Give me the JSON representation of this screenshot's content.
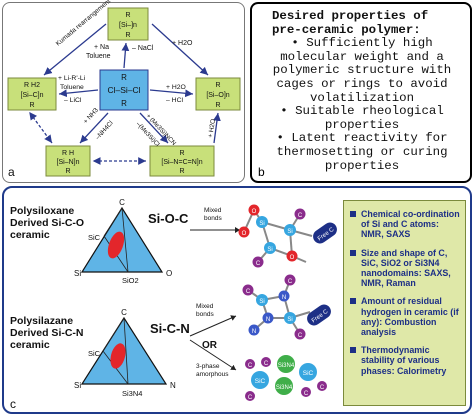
{
  "panel_a": {
    "label": "a",
    "center": {
      "l1": "R",
      "l2": "Cl–Si–Cl",
      "l3": "R"
    },
    "nodes": {
      "top": {
        "l1": "R",
        "l2": "[Si–]n",
        "l3": "R"
      },
      "left": {
        "l1": "R H2",
        "l2": "[Si–C]n",
        "l3": "R"
      },
      "right": {
        "l1": "R",
        "l2": "[Si–O]n",
        "l3": "R"
      },
      "bottom_left": {
        "l1": "R H",
        "l2": "[Si–N]n",
        "l3": "R"
      },
      "bottom_right": {
        "l1": "R",
        "l2": "[Si–N=C=N]n",
        "l3": "R"
      }
    },
    "arrows": {
      "kumada": "Kumada rearrangement",
      "na": "+ Na",
      "toluene1": "Toluene",
      "nacl": "– NaCl",
      "h2o_top": "+ H2O",
      "lirli": "+ Li-R'-Li",
      "toluene2": "Toluene",
      "licl": "– LiCl",
      "h2o_mid": "+ H2O",
      "hcl_mid": "– HCl",
      "nh3": "+ NH3",
      "nh4cl": "–NH4Cl",
      "me3si_ncn": "+ (Me3Si)NCN",
      "me3sicl": "–(Me3Si)Cl",
      "h2o_right": "+ H2O"
    }
  },
  "panel_b": {
    "label": "b",
    "title": "Desired properties of pre-ceramic polymer:",
    "items": [
      "Sufficiently high molecular weight and a polymeric structure with cages or rings to avoid volatilization",
      "Suitable rheological properties",
      "Latent reactivity for thermosetting or curing properties"
    ]
  },
  "panel_c": {
    "label": "c",
    "sioc_title": [
      "Polysiloxane",
      "Derived Si-C-O",
      "ceramic"
    ],
    "sicn_title": [
      "Polysilazane",
      "Derived Si-C-N",
      "ceramic"
    ],
    "sioc_formula": "Si-O-C",
    "sicn_formula": "Si-C-N",
    "tri1": {
      "top": "C",
      "left": "Si",
      "right": "O",
      "sic": "SiC",
      "bottom": "SiO2"
    },
    "tri2": {
      "top": "C",
      "left": "Si",
      "right": "N",
      "sic": "SiC",
      "bottom": "Si3N4"
    },
    "mixed1": [
      "Mixed",
      "bonds"
    ],
    "mixed2": [
      "Mixed",
      "bonds"
    ],
    "or": "OR",
    "three_phase": [
      "3-phase",
      "amorphous"
    ],
    "free_c": "Free C",
    "atoms": {
      "si": "Si",
      "c": "C",
      "o": "O",
      "n": "N"
    },
    "phases": {
      "sic": "SiC",
      "si3n4": "Si3N4"
    },
    "legend": [
      "Chemical co-ordination of Si and C atoms: NMR, SAXS",
      "Size and shape of C, SiC, SiO2 or Si3N4 nanodomains: SAXS, NMR, Raman",
      "Amount of residual hydrogen in ceramic (if any): Combustion analysis",
      "Thermodynamic stability of various phases: Calorimetry"
    ]
  },
  "colors": {
    "green_box": "#c8e07a",
    "blue_box": "#5fb4e6",
    "arrow": "#2b3a8f",
    "triangle": "#5fb4e6",
    "ellipse": "#e3262b",
    "si_atom": "#36a6e0",
    "c_atom": "#8a2c8c",
    "o_atom": "#e3262b",
    "n_atom": "#3a58c8",
    "legend_bg": "#dfe8a8",
    "panel_c_border": "#1f3a8a"
  }
}
